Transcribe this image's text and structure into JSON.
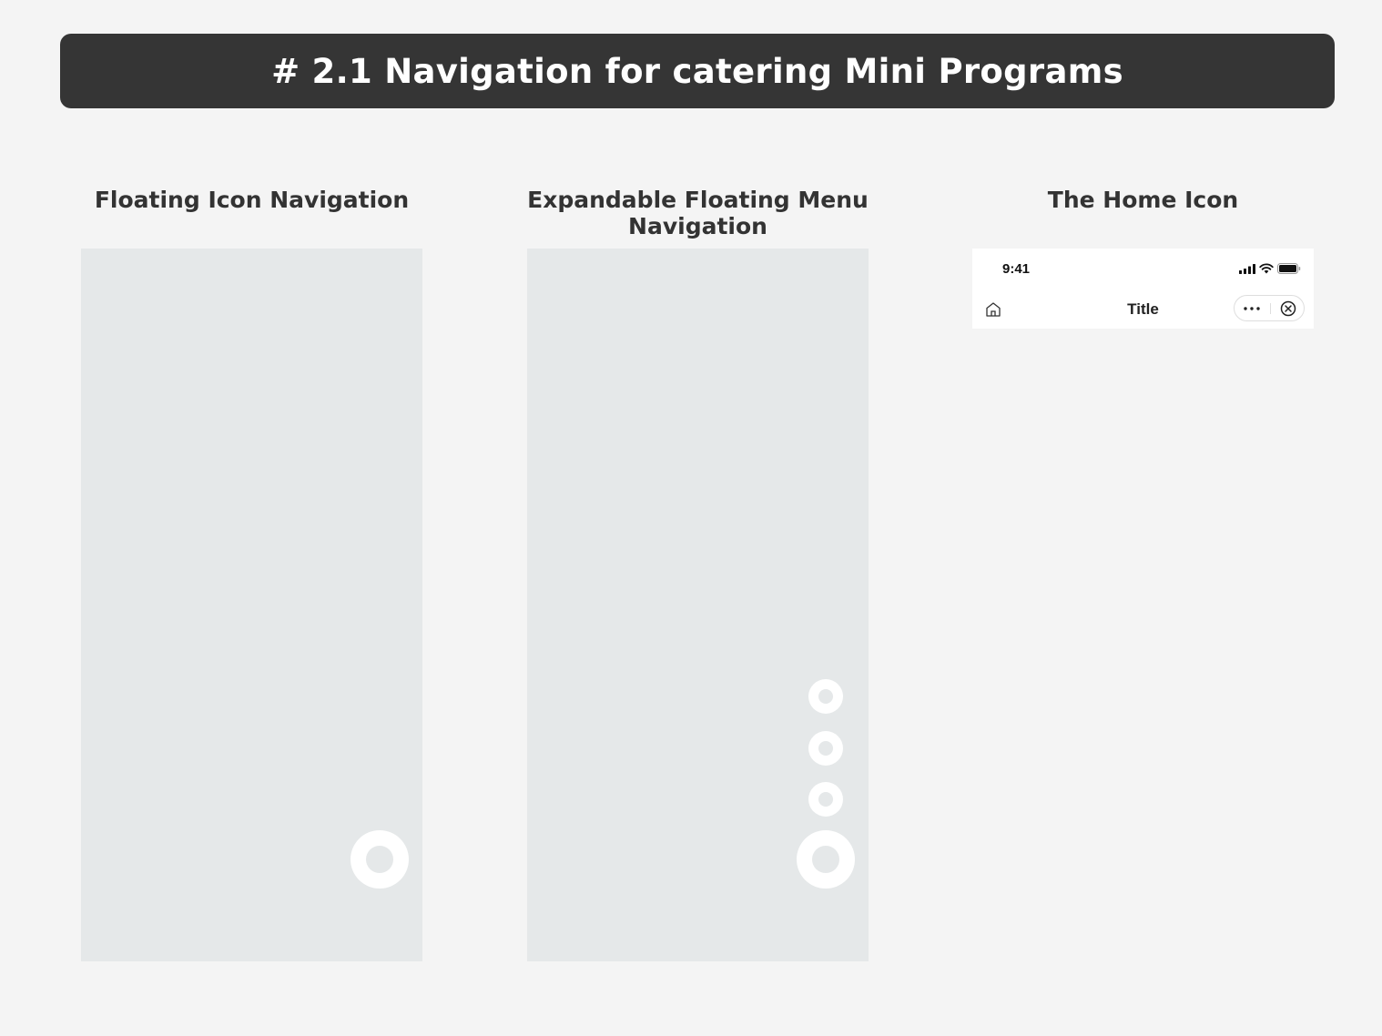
{
  "header": {
    "title": "# 2.1  Navigation for catering Mini Programs"
  },
  "columns": [
    {
      "title": "Floating Icon Navigation"
    },
    {
      "title": "Expandable Floating Menu Navigation"
    },
    {
      "title": "The Home Icon"
    }
  ],
  "navbar": {
    "status_time": "9:41",
    "title": "Title",
    "icons": [
      "signal-icon",
      "wifi-icon",
      "battery-icon",
      "home-icon",
      "more-icon",
      "close-icon"
    ]
  },
  "colors": {
    "background": "#f4f4f4",
    "header": "#353535",
    "phone_screen": "#e5e8e9",
    "fab": "#ffffff"
  }
}
